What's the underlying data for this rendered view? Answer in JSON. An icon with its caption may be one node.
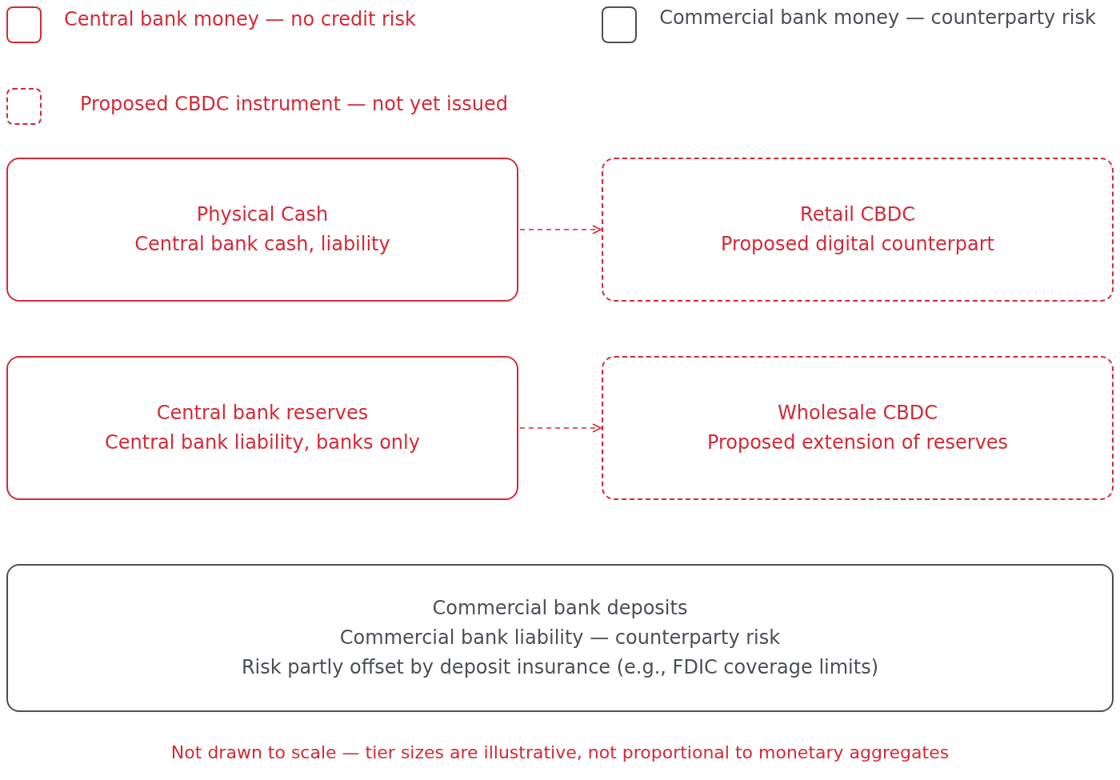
{
  "diagram": {
    "caption": "Not drawn to scale — tier sizes are illustrative, not proportional to monetary aggregates",
    "nodes": [
      {
        "text": [
          "Physical Cash",
          "Central bank cash, liability"
        ]
      },
      {
        "text": [
          "Retail CBDC",
          "Proposed digital counterpart"
        ]
      },
      {
        "text": [
          "Central bank reserves",
          "Central bank liability, banks only"
        ]
      },
      {
        "text": [
          "Wholesale CBDC",
          "Proposed extension of reserves"
        ]
      },
      {
        "text": [
          "Commercial bank deposits",
          "Commercial bank liability — counterparty risk",
          "Risk partly offset by deposit insurance (e.g., FDIC coverage limits)"
        ]
      }
    ],
    "edges": [
      {
        "from": 0,
        "to": 1,
        "arrow": "to",
        "style": "dashed"
      },
      {
        "from": 2,
        "to": 3,
        "arrow": "to",
        "style": "dashed"
      }
    ],
    "legend": [
      {
        "text": "Central bank money — no credit risk"
      },
      {
        "text": "Commercial bank money — counterparty risk"
      },
      {
        "text": "Proposed CBDC instrument — not yet issued"
      }
    ]
  }
}
